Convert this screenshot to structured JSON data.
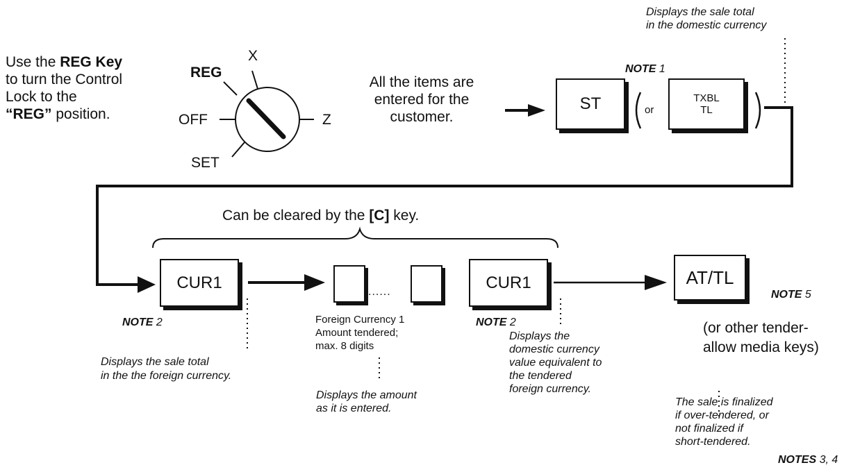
{
  "intro": {
    "line1_pre": "Use the ",
    "line1_bold": "REG Key",
    "line2": "to turn the Control",
    "line3": "Lock to the",
    "line4_bold": "“REG”",
    "line4_post": " position."
  },
  "lock": {
    "reg": "REG",
    "x": "X",
    "off": "OFF",
    "z": "Z",
    "set": "SET"
  },
  "items_text": [
    "All the items are",
    "entered for the",
    "customer."
  ],
  "note1": {
    "prefix": "NOTE",
    "num": "1"
  },
  "note2": {
    "prefix": "NOTE",
    "num": "2"
  },
  "note5": {
    "prefix": "NOTE",
    "num": "5"
  },
  "notes34": {
    "prefix": "NOTES",
    "num": "3, 4"
  },
  "keys": {
    "st": "ST",
    "or": "or",
    "txbl_line1": "TXBL",
    "txbl_line2": "TL",
    "cur1": "CUR1",
    "attl": "AT/TL",
    "dots": "......"
  },
  "annotations": {
    "st_display": [
      "Displays the sale total",
      "in the domestic currency"
    ],
    "cur1_display": [
      "Displays the sale total",
      "in the the foreign currency."
    ],
    "amount_label": [
      "Foreign Currency 1",
      "Amount tendered;",
      "max. 8 digits"
    ],
    "amount_display": [
      "Displays the amount",
      "as it is entered."
    ],
    "cur1_second_display": [
      "Displays the",
      "domestic currency",
      "value equivalent to",
      "the tendered",
      "foreign currency."
    ],
    "other_keys": [
      "(or other tender-",
      "allow media keys)"
    ],
    "finalized": [
      "The sale is finalized",
      "if over-tendered, or",
      "not finalized if",
      "short-tendered."
    ]
  },
  "clear_text": {
    "pre": "Can be cleared by the ",
    "key": "[C]",
    "post": " key."
  }
}
